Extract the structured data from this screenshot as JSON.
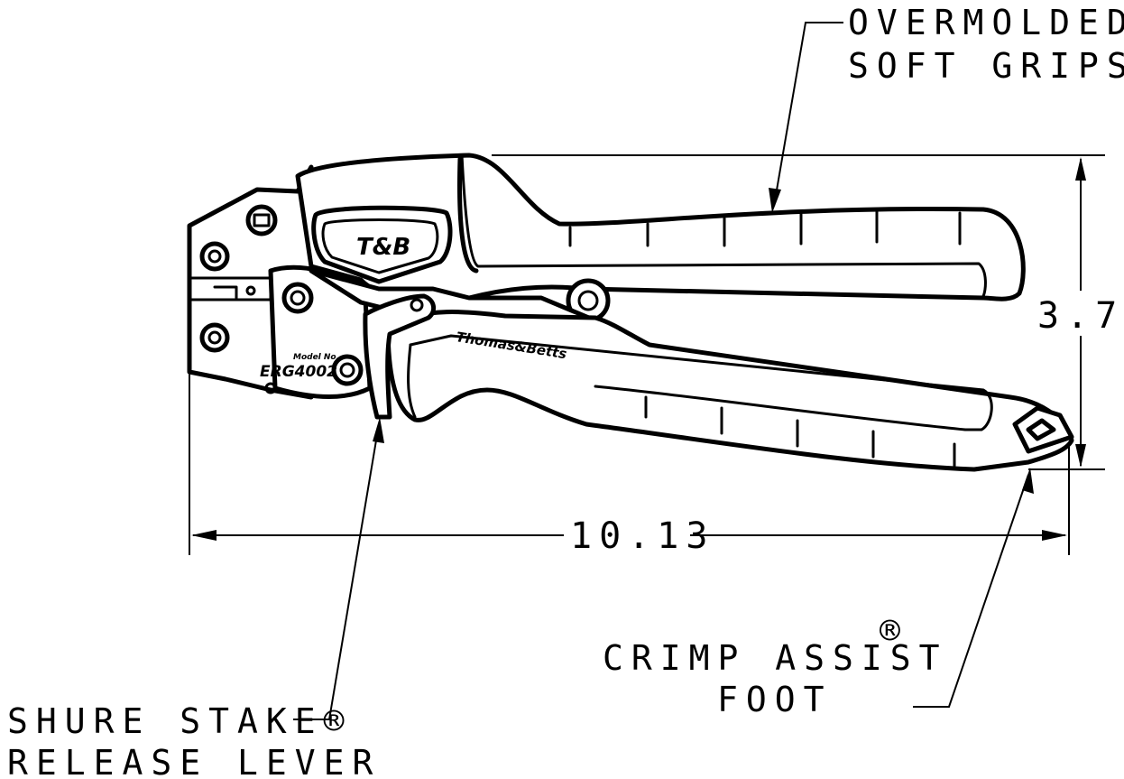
{
  "callouts": {
    "grips_line1": "OVERMOLDED",
    "grips_line2": "SOFT GRIPS",
    "foot_line1": "CRIMP ASSIST",
    "foot_mark": "®",
    "foot_line2": "FOOT",
    "lever_line1": "SHURE STAKE®",
    "lever_line2": "RELEASE LEVER"
  },
  "dimensions": {
    "length": "10.13",
    "height": "3.71"
  },
  "tool_markings": {
    "logo": "T&B",
    "brand": "Thomas&Betts",
    "model_label": "Model No.",
    "model_number": "ERG4002"
  },
  "colors": {
    "ink": "#000000",
    "paper": "#ffffff"
  }
}
